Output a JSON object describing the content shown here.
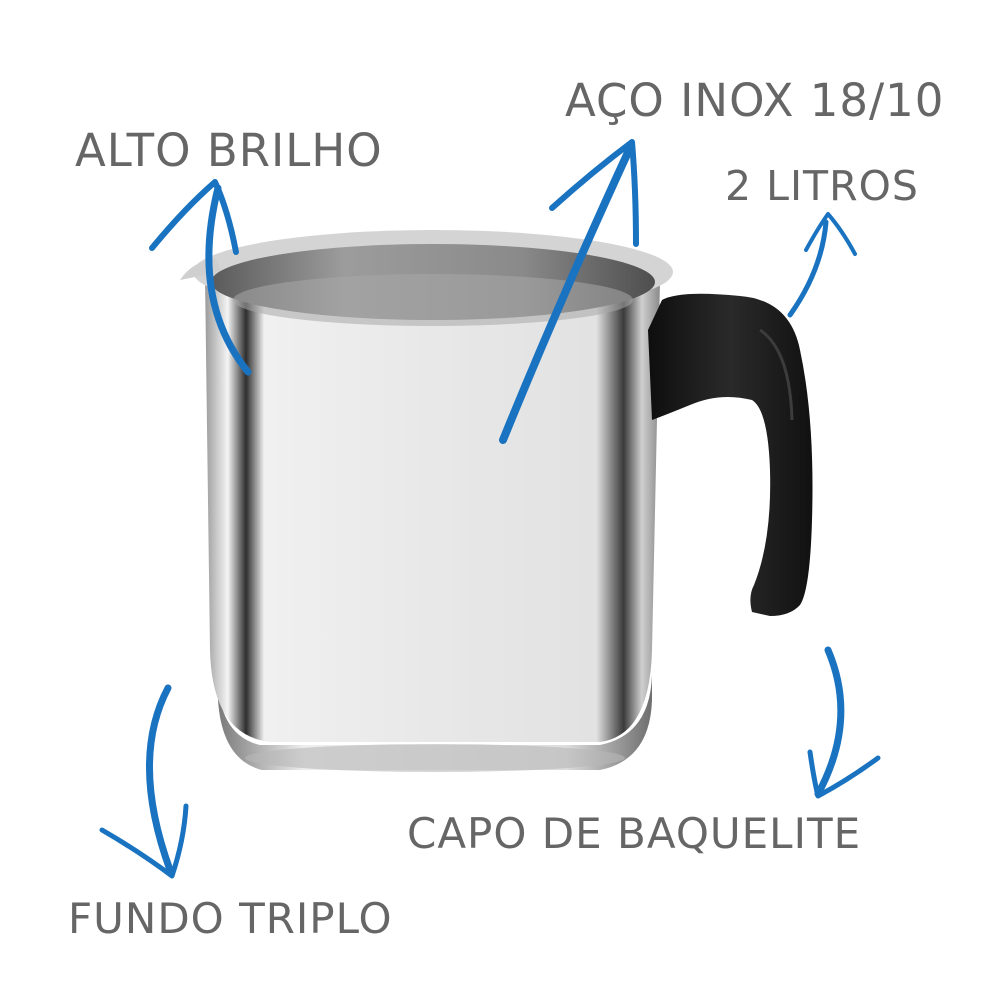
{
  "product": {
    "name": "stainless-steel-milk-pot",
    "handle_color": "#1a1a1a",
    "body_color": "#e6e6e6"
  },
  "annotations": {
    "alto_brilho": "ALTO BRILHO",
    "aco_inox": "AÇO INOX 18/10",
    "litros": "2 LITROS",
    "capo": "CAPO DE BAQUELITE",
    "fundo": "FUNDO TRIPLO"
  },
  "colors": {
    "arrow": "#1a73c0",
    "text": "#666666"
  }
}
